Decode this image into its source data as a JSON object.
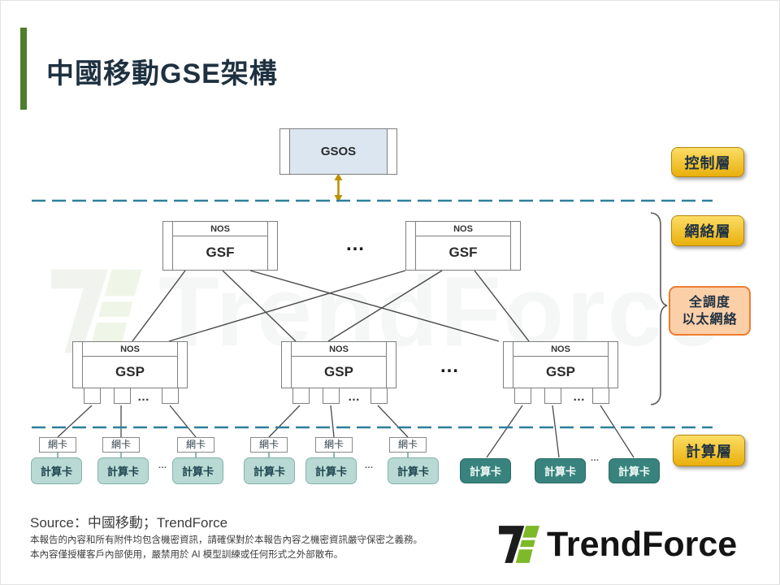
{
  "title": "中國移動GSE架構",
  "watermark_text": "TrendForce",
  "labels": {
    "gsos": "GSOS",
    "nos": "NOS",
    "gsf": "GSF",
    "gsp": "GSP",
    "nic": "網卡",
    "compute_card": "計算卡",
    "dots": "…"
  },
  "layer_labels": {
    "control": "控制層",
    "network": "網絡層",
    "ethernet_line1": "全調度",
    "ethernet_line2": "以太網絡",
    "compute": "計算層"
  },
  "footer": {
    "source": "Source：中國移動；TrendForce",
    "disclaimer_line1": "本報告的內容和所有附件均包含機密資訊，請確保對於本報告內容之機密資訊嚴守保密之義務。",
    "disclaimer_line2": "本內容僅授權客戶內部使用，嚴禁用於 AI 模型訓練或任何形式之外部散布。",
    "brand": "TrendForce"
  },
  "colors": {
    "title_navy": "#1e3140",
    "green_bar": "#4e7d2c",
    "layer_gold": "#e9b00c",
    "ethernet_orange_border": "#ed7d31",
    "ethernet_orange_fill": "#fbcfa8",
    "compute_teal_light": "#b9d9d4",
    "compute_teal_dark": "#38837d",
    "dashed_line_teal": "#2e7f9b",
    "arrow_gold": "#bf9202",
    "brand_green": "#7db928"
  }
}
